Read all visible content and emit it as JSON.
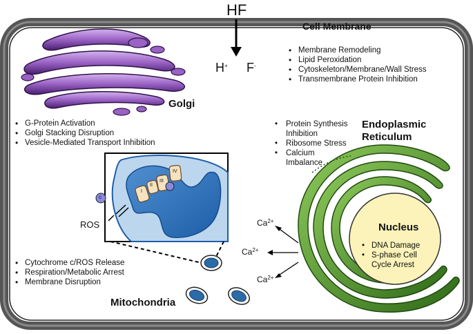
{
  "top": {
    "agent": "HF",
    "ion_h": "H",
    "ion_h_sup": "+",
    "ion_f": "F",
    "ion_f_sup": "-"
  },
  "membrane": {
    "title": "Cell Membrane",
    "effects": [
      "Membrane Remodeling",
      "Lipid Peroxidation",
      "Cytoskeleton/Membrane/Wall Stress",
      "Transmembrane Protein Inhibition"
    ]
  },
  "golgi": {
    "title": "Golgi",
    "effects": [
      "G-Protein Activation",
      "Golgi Stacking Disruption",
      "Vesicle-Mediated Transport Inhibition"
    ]
  },
  "er": {
    "title_line1": "Endoplasmic",
    "title_line2": "Reticulum",
    "effects": [
      "Protein Synthesis",
      "Inhibition",
      "Ribosome Stress",
      "Calcium",
      "Imbalance"
    ]
  },
  "mitochondria": {
    "title": "Mitochondria",
    "complexes": [
      "I",
      "II",
      "III",
      "IV"
    ],
    "cytc_label": "c",
    "ros_label": "ROS",
    "effects": [
      "Cytochrome c/ROS Release",
      "Respiration/Metabolic Arrest",
      "Membrane Disruption"
    ]
  },
  "calcium": {
    "ion": "Ca",
    "charge": "2+"
  },
  "nucleus": {
    "title": "Nucleus",
    "effects": [
      "DNA Damage",
      "S-phase Cell",
      "Cycle Arrest"
    ]
  },
  "colors": {
    "membrane_outer": "#5a5a5a",
    "golgi_dark": "#4a1f70",
    "golgi_light": "#b184d6",
    "er_dark": "#2f6a18",
    "er_light": "#76b54a",
    "nucleus_fill": "#fbf3b9",
    "mito_light": "#bcd6ee",
    "mito_dark": "#2368b0",
    "complex_fill": "#f6e2bf"
  }
}
